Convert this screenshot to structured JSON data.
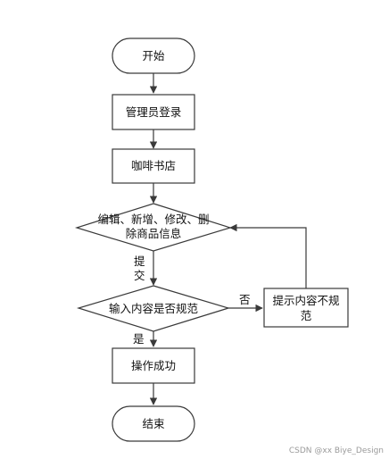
{
  "nodes": {
    "start": "开始",
    "admin_login": "管理员登录",
    "coffee_bookstore": "咖啡书店",
    "edit_line1": "编辑、新增、修改、删",
    "edit_line2": "除商品信息",
    "check_valid": "输入内容是否规范",
    "prompt_line1": "提示内容不规",
    "prompt_line2": "范",
    "operation_success": "操作成功",
    "end": "结束"
  },
  "edges": {
    "submit_line1": "提",
    "submit_line2": "交",
    "no": "否",
    "yes": "是"
  },
  "watermark": "CSDN @xx Biye_Design"
}
